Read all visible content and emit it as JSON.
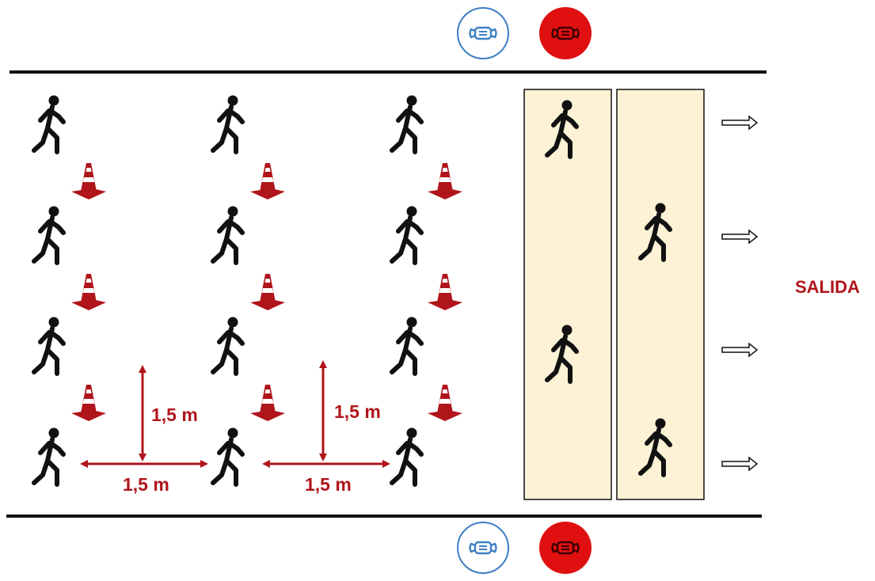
{
  "exit_label": "SALIDA",
  "distance_labels": [
    "1,5 m",
    "1,5 m",
    "1,5 m",
    "1,5 m"
  ],
  "icons": {
    "mask_blue": "face-mask-icon",
    "mask_red": "face-mask-icon",
    "walker": "person-walking-icon",
    "cone": "traffic-cone-icon",
    "exit_arrow": "right-arrow-icon"
  },
  "colors": {
    "accent_red": "#b0151b",
    "mask_blue": "#3d7fc4",
    "mask_red_fill": "#e01010",
    "lane_fill": "#fdf2d6",
    "line": "#111111"
  }
}
